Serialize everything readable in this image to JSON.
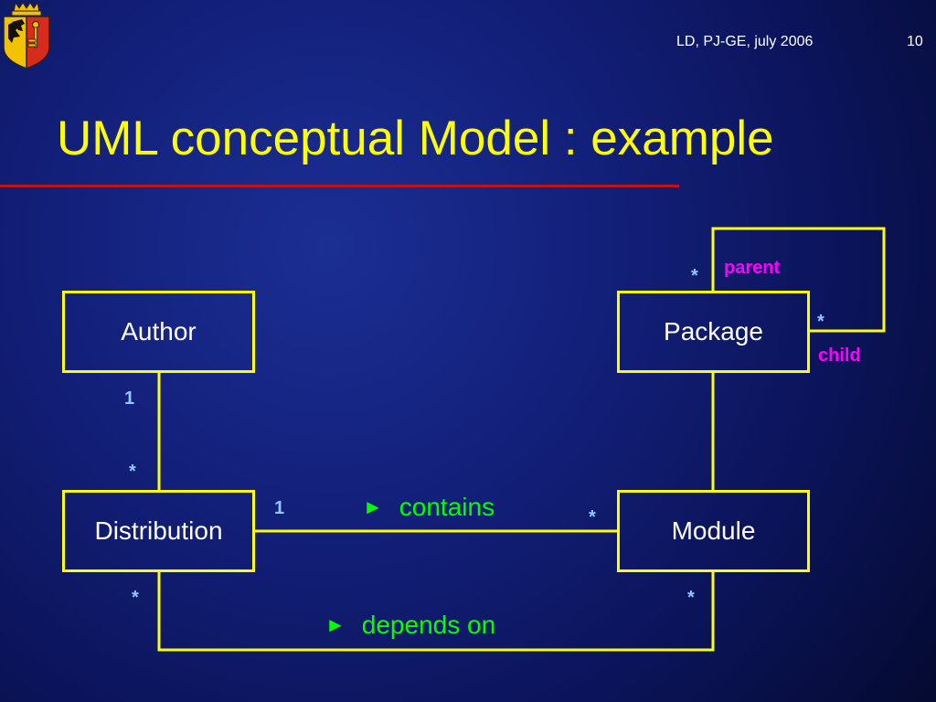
{
  "header": {
    "credit": "LD, PJ-GE, july 2006",
    "page_number": "10"
  },
  "logo": {
    "icon": "geneva-coat-of-arms-icon",
    "colors": {
      "left": "#f2c200",
      "right": "#d92b1c",
      "key": "#f2c200",
      "eagle": "#111111"
    }
  },
  "title": "UML conceptual Model : example",
  "colors": {
    "title": "#ffff00",
    "rule": "#c21212",
    "lines": "#ffff00",
    "multiplicity": "#90c8ff",
    "role": "#ff00ff",
    "association": "#00ff00",
    "class_text": "#ffffff"
  },
  "diagram": {
    "classes": {
      "author": "Author",
      "package": "Package",
      "distribution": "Distribution",
      "module": "Module"
    },
    "multiplicities": {
      "author_distribution_author_end": "1",
      "author_distribution_distribution_end": "*",
      "distribution_module_distribution_end": "1",
      "distribution_module_module_end": "*",
      "package_parent_end": "*",
      "package_child_end": "*",
      "depends_on_distribution_end": "*",
      "depends_on_module_end": "*"
    },
    "roles": {
      "parent": "parent",
      "child": "child"
    },
    "associations": {
      "contains": {
        "arrow": "►",
        "label": "contains"
      },
      "depends_on": {
        "arrow": "►",
        "label": "depends on"
      }
    }
  }
}
